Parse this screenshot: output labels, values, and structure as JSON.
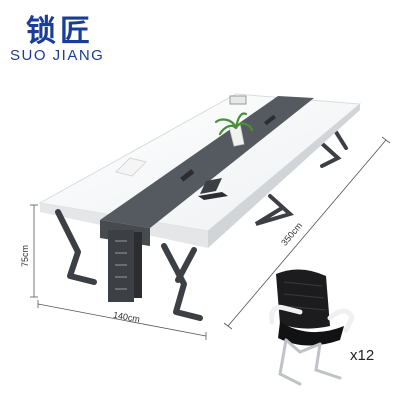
{
  "brand": {
    "name_cn": "锁匠",
    "name_en": "SUO JIANG",
    "color": "#1a3d9a"
  },
  "dimensions": {
    "length": "350cm",
    "width": "140cm",
    "height": "75cm"
  },
  "chair_quantity": "x12",
  "colors": {
    "tabletop": "#ffffff",
    "center_strip": "#555a60",
    "frame": "#3c3f44"
  }
}
